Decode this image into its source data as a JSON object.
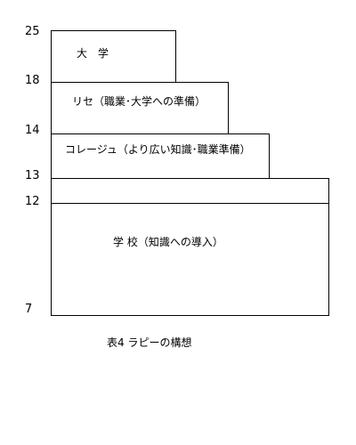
{
  "ages": {
    "a25": "25",
    "a18": "18",
    "a14": "14",
    "a13": "13",
    "a12": "12",
    "a7": "7"
  },
  "stages": {
    "university": "大　学",
    "lycee": "リセ（職業･大学への準備）",
    "college": "コレージュ（より広い知識･職業準備）",
    "transition": "",
    "school": "学 校（知識への導入）"
  },
  "caption": "表4 ラピーの構想"
}
